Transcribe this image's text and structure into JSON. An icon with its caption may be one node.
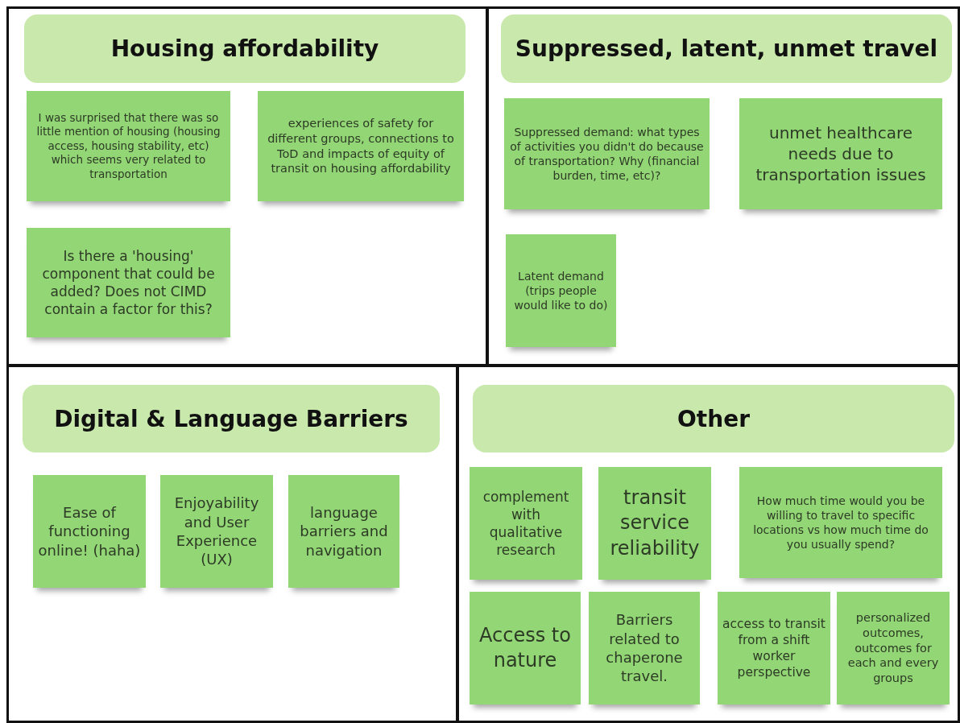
{
  "diagram": {
    "nodes": [
      {
        "text": [],
        "shape": "box"
      },
      {
        "text": [
          "Housing affordability"
        ],
        "in": 0
      },
      {
        "text": [
          "I was surprised that there was so little mention of housing (housing access, housing stability, etc) which seems very related to transportation"
        ],
        "in": 0
      },
      {
        "text": [
          "experiences of safety for different groups, connections to ToD and impacts of equity of transit on housing affordability"
        ],
        "in": 0
      },
      {
        "text": [
          "Is there a 'housing' component that could be added? Does not CIMD contain a factor for this?"
        ],
        "in": 0
      },
      {
        "text": [],
        "shape": "box"
      },
      {
        "text": [
          "Suppressed, latent, unmet travel"
        ],
        "in": 5
      },
      {
        "text": [
          "Suppressed demand: what types of activities you didn't do because of transportation? Why (financial burden, time, etc)?"
        ],
        "in": 5
      },
      {
        "text": [
          "unmet healthcare needs due to transportation issues"
        ],
        "in": 5
      },
      {
        "text": [
          "Latent demand (trips people would like to do)"
        ],
        "in": 5
      },
      {
        "text": [],
        "shape": "box"
      },
      {
        "text": [
          "Digital & Language Barriers"
        ],
        "in": 10
      },
      {
        "text": [
          "Ease of functioning online! (haha)"
        ],
        "in": 10
      },
      {
        "text": [
          "Enjoyability and User Experience (UX)"
        ],
        "in": 10
      },
      {
        "text": [
          "language barriers and navigation"
        ],
        "in": 10
      },
      {
        "text": [],
        "shape": "box"
      },
      {
        "text": [
          "Other"
        ],
        "in": 15
      },
      {
        "text": [
          "complement with qualitative research"
        ],
        "in": 15
      },
      {
        "text": [
          "transit service reliability"
        ],
        "in": 15
      },
      {
        "text": [
          "How much time would you be willing to travel to specific locations vs how much time do you usually spend?"
        ],
        "in": 15
      },
      {
        "text": [
          "Access to nature"
        ],
        "in": 15
      },
      {
        "text": [
          "Barriers related to chaperone travel."
        ],
        "in": 15
      },
      {
        "text": [
          "access to transit from a shift worker perspective"
        ],
        "in": 15
      },
      {
        "text": [
          "personalized outcomes, outcomes for each and every groups"
        ],
        "in": 15
      }
    ]
  }
}
